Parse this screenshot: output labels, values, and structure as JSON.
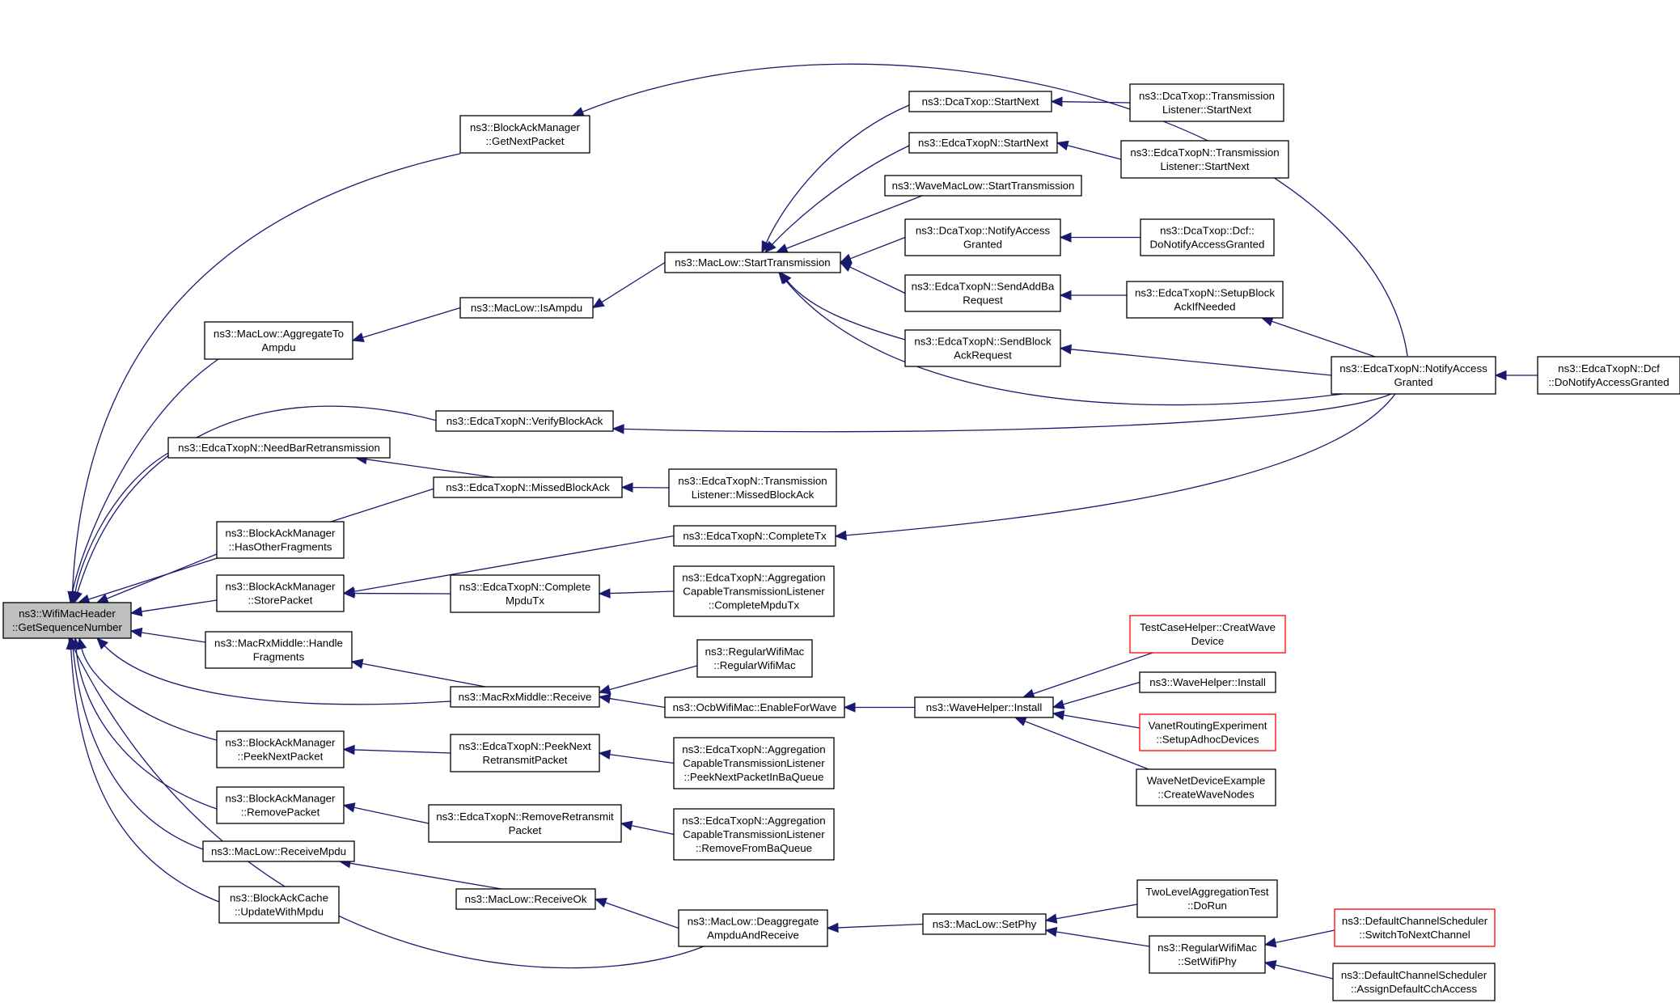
{
  "diagram": {
    "edge_color": "#191970",
    "root_fill": "#bfbfbf",
    "truncated_border_color": "#ff0000",
    "nodes": [
      {
        "id": "root",
        "lines": [
          "ns3::WifiMacHeader",
          "::GetSequenceNumber"
        ],
        "root": true
      },
      {
        "id": "bam_getnext",
        "lines": [
          "ns3::BlockAckManager",
          "::GetNextPacket"
        ]
      },
      {
        "id": "ml_aggregate",
        "lines": [
          "ns3::MacLow::AggregateTo",
          "Ampdu"
        ]
      },
      {
        "id": "ml_isampdu",
        "lines": [
          "ns3::MacLow::IsAmpdu"
        ]
      },
      {
        "id": "ml_starttx",
        "lines": [
          "ns3::MacLow::StartTransmission"
        ]
      },
      {
        "id": "dca_startnext",
        "lines": [
          "ns3::DcaTxop::StartNext"
        ]
      },
      {
        "id": "edca_startnext",
        "lines": [
          "ns3::EdcaTxopN::StartNext"
        ]
      },
      {
        "id": "wml_starttx",
        "lines": [
          "ns3::WaveMacLow::StartTransmission"
        ]
      },
      {
        "id": "dca_notify",
        "lines": [
          "ns3::DcaTxop::NotifyAccess",
          "Granted"
        ]
      },
      {
        "id": "edca_sendaddba",
        "lines": [
          "ns3::EdcaTxopN::SendAddBa",
          "Request"
        ]
      },
      {
        "id": "edca_sendblockack",
        "lines": [
          "ns3::EdcaTxopN::SendBlock",
          "AckRequest"
        ]
      },
      {
        "id": "dca_tl_startnext",
        "lines": [
          "ns3::DcaTxop::Transmission",
          "Listener::StartNext"
        ]
      },
      {
        "id": "edca_tl_startnext",
        "lines": [
          "ns3::EdcaTxopN::Transmission",
          "Listener::StartNext"
        ]
      },
      {
        "id": "dca_dcf_donotify",
        "lines": [
          "ns3::DcaTxop::Dcf::",
          "DoNotifyAccessGranted"
        ]
      },
      {
        "id": "edca_setupblock",
        "lines": [
          "ns3::EdcaTxopN::SetupBlock",
          "AckIfNeeded"
        ]
      },
      {
        "id": "edca_notify",
        "lines": [
          "ns3::EdcaTxopN::NotifyAccess",
          "Granted"
        ]
      },
      {
        "id": "edca_dcf_donotify",
        "lines": [
          "ns3::EdcaTxopN::Dcf",
          "::DoNotifyAccessGranted"
        ]
      },
      {
        "id": "edca_verify",
        "lines": [
          "ns3::EdcaTxopN::VerifyBlockAck"
        ]
      },
      {
        "id": "edca_needbar",
        "lines": [
          "ns3::EdcaTxopN::NeedBarRetransmission"
        ]
      },
      {
        "id": "edca_missed",
        "lines": [
          "ns3::EdcaTxopN::MissedBlockAck"
        ]
      },
      {
        "id": "edca_tl_missed",
        "lines": [
          "ns3::EdcaTxopN::Transmission",
          "Listener::MissedBlockAck"
        ]
      },
      {
        "id": "bam_hasother",
        "lines": [
          "ns3::BlockAckManager",
          "::HasOtherFragments"
        ]
      },
      {
        "id": "edca_completetx",
        "lines": [
          "ns3::EdcaTxopN::CompleteTx"
        ]
      },
      {
        "id": "bam_store",
        "lines": [
          "ns3::BlockAckManager",
          "::StorePacket"
        ]
      },
      {
        "id": "edca_completempdu",
        "lines": [
          "ns3::EdcaTxopN::Complete",
          "MpduTx"
        ]
      },
      {
        "id": "edca_agg_complete",
        "lines": [
          "ns3::EdcaTxopN::Aggregation",
          "CapableTransmissionListener",
          "::CompleteMpduTx"
        ]
      },
      {
        "id": "mrx_handlefrag",
        "lines": [
          "ns3::MacRxMiddle::Handle",
          "Fragments"
        ]
      },
      {
        "id": "mrx_receive",
        "lines": [
          "ns3::MacRxMiddle::Receive"
        ]
      },
      {
        "id": "rwm_ctor",
        "lines": [
          "ns3::RegularWifiMac",
          "::RegularWifiMac"
        ]
      },
      {
        "id": "ocb_enable",
        "lines": [
          "ns3::OcbWifiMac::EnableForWave"
        ]
      },
      {
        "id": "wh_install",
        "lines": [
          "ns3::WaveHelper::Install"
        ]
      },
      {
        "id": "tch_creatwave",
        "lines": [
          "TestCaseHelper::CreatWave",
          "Device"
        ],
        "red": true
      },
      {
        "id": "wh_install2",
        "lines": [
          "ns3::WaveHelper::Install"
        ]
      },
      {
        "id": "vre_setup",
        "lines": [
          "VanetRoutingExperiment",
          "::SetupAdhocDevices"
        ],
        "red": true
      },
      {
        "id": "wnde_create",
        "lines": [
          "WaveNetDeviceExample",
          "::CreateWaveNodes"
        ]
      },
      {
        "id": "bam_peeknext",
        "lines": [
          "ns3::BlockAckManager",
          "::PeekNextPacket"
        ]
      },
      {
        "id": "edca_peeknext",
        "lines": [
          "ns3::EdcaTxopN::PeekNext",
          "RetransmitPacket"
        ]
      },
      {
        "id": "edca_agg_peek",
        "lines": [
          "ns3::EdcaTxopN::Aggregation",
          "CapableTransmissionListener",
          "::PeekNextPacketInBaQueue"
        ]
      },
      {
        "id": "bam_remove",
        "lines": [
          "ns3::BlockAckManager",
          "::RemovePacket"
        ]
      },
      {
        "id": "edca_removeretx",
        "lines": [
          "ns3::EdcaTxopN::RemoveRetransmit",
          "Packet"
        ]
      },
      {
        "id": "edca_agg_remove",
        "lines": [
          "ns3::EdcaTxopN::Aggregation",
          "CapableTransmissionListener",
          "::RemoveFromBaQueue"
        ]
      },
      {
        "id": "ml_receivempdu",
        "lines": [
          "ns3::MacLow::ReceiveMpdu"
        ]
      },
      {
        "id": "bac_update",
        "lines": [
          "ns3::BlockAckCache",
          "::UpdateWithMpdu"
        ]
      },
      {
        "id": "ml_receiveok",
        "lines": [
          "ns3::MacLow::ReceiveOk"
        ]
      },
      {
        "id": "ml_deaggregate",
        "lines": [
          "ns3::MacLow::Deaggregate",
          "AmpduAndReceive"
        ]
      },
      {
        "id": "ml_setphy",
        "lines": [
          "ns3::MacLow::SetPhy"
        ]
      },
      {
        "id": "tlat_dorun",
        "lines": [
          "TwoLevelAggregationTest",
          "::DoRun"
        ]
      },
      {
        "id": "rwm_setwifiphy",
        "lines": [
          "ns3::RegularWifiMac",
          "::SetWifiPhy"
        ]
      },
      {
        "id": "dcs_switch",
        "lines": [
          "ns3::DefaultChannelScheduler",
          "::SwitchToNextChannel"
        ],
        "red": true
      },
      {
        "id": "dcs_assign",
        "lines": [
          "ns3::DefaultChannelScheduler",
          "::AssignDefaultCchAccess"
        ]
      }
    ],
    "edges": [
      [
        "root",
        "bam_getnext"
      ],
      [
        "root",
        "ml_aggregate"
      ],
      [
        "root",
        "edca_verify"
      ],
      [
        "root",
        "edca_needbar"
      ],
      [
        "root",
        "edca_missed"
      ],
      [
        "root",
        "bam_hasother"
      ],
      [
        "root",
        "bam_store"
      ],
      [
        "root",
        "mrx_handlefrag"
      ],
      [
        "root",
        "mrx_receive"
      ],
      [
        "root",
        "bam_peeknext"
      ],
      [
        "root",
        "bam_remove"
      ],
      [
        "root",
        "ml_receivempdu"
      ],
      [
        "root",
        "bac_update"
      ],
      [
        "root",
        "ml_deaggregate"
      ],
      [
        "bam_getnext",
        "edca_notify"
      ],
      [
        "ml_aggregate",
        "ml_isampdu"
      ],
      [
        "ml_isampdu",
        "ml_starttx"
      ],
      [
        "ml_starttx",
        "dca_startnext"
      ],
      [
        "ml_starttx",
        "edca_startnext"
      ],
      [
        "ml_starttx",
        "wml_starttx"
      ],
      [
        "ml_starttx",
        "dca_notify"
      ],
      [
        "ml_starttx",
        "edca_sendaddba"
      ],
      [
        "ml_starttx",
        "edca_sendblockack"
      ],
      [
        "ml_starttx",
        "edca_notify"
      ],
      [
        "dca_startnext",
        "dca_tl_startnext"
      ],
      [
        "edca_startnext",
        "edca_tl_startnext"
      ],
      [
        "dca_notify",
        "dca_dcf_donotify"
      ],
      [
        "edca_sendaddba",
        "edca_setupblock"
      ],
      [
        "edca_setupblock",
        "edca_notify"
      ],
      [
        "edca_sendblockack",
        "edca_notify"
      ],
      [
        "edca_notify",
        "edca_dcf_donotify"
      ],
      [
        "edca_verify",
        "edca_notify"
      ],
      [
        "edca_needbar",
        "edca_missed"
      ],
      [
        "edca_missed",
        "edca_tl_missed"
      ],
      [
        "bam_store",
        "edca_completetx"
      ],
      [
        "bam_store",
        "edca_completempdu"
      ],
      [
        "edca_completetx",
        "edca_notify"
      ],
      [
        "edca_completempdu",
        "edca_agg_complete"
      ],
      [
        "mrx_handlefrag",
        "mrx_receive"
      ],
      [
        "mrx_receive",
        "rwm_ctor"
      ],
      [
        "mrx_receive",
        "ocb_enable"
      ],
      [
        "ocb_enable",
        "wh_install"
      ],
      [
        "wh_install",
        "tch_creatwave"
      ],
      [
        "wh_install",
        "wh_install2"
      ],
      [
        "wh_install",
        "vre_setup"
      ],
      [
        "wh_install",
        "wnde_create"
      ],
      [
        "bam_peeknext",
        "edca_peeknext"
      ],
      [
        "edca_peeknext",
        "edca_agg_peek"
      ],
      [
        "bam_remove",
        "edca_removeretx"
      ],
      [
        "edca_removeretx",
        "edca_agg_remove"
      ],
      [
        "ml_receivempdu",
        "ml_receiveok"
      ],
      [
        "ml_receiveok",
        "ml_deaggregate"
      ],
      [
        "ml_deaggregate",
        "ml_setphy"
      ],
      [
        "ml_setphy",
        "tlat_dorun"
      ],
      [
        "ml_setphy",
        "rwm_setwifiphy"
      ],
      [
        "rwm_setwifiphy",
        "dcs_switch"
      ],
      [
        "rwm_setwifiphy",
        "dcs_assign"
      ]
    ]
  }
}
